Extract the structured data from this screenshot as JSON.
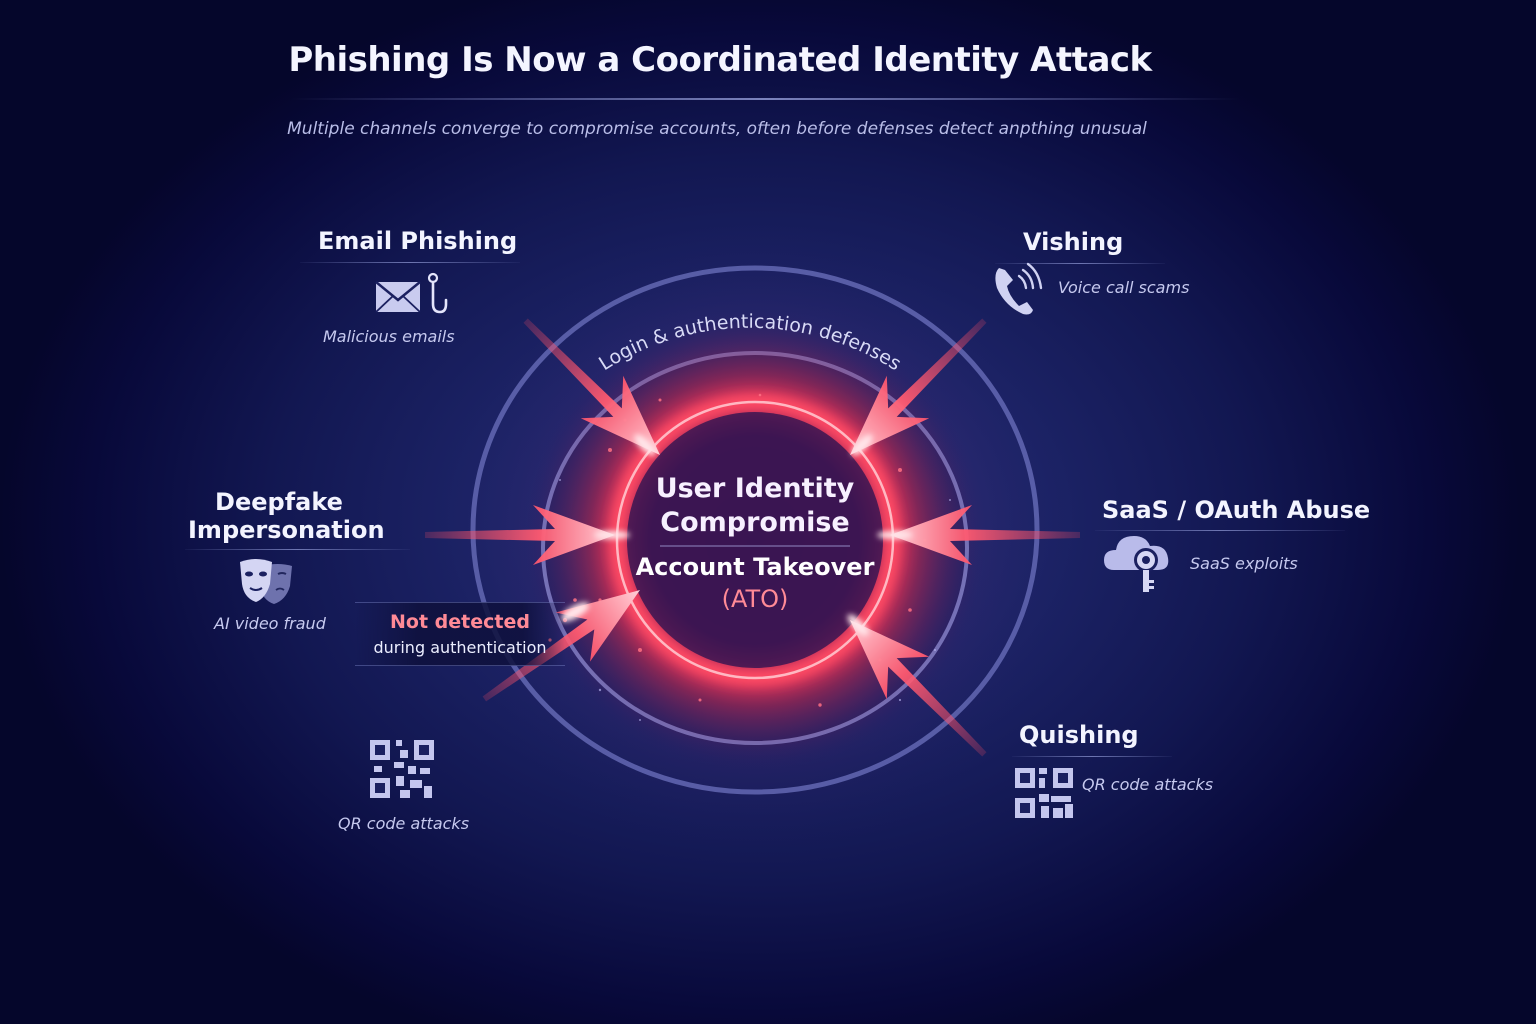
{
  "header": {
    "title": "Phishing Is Now a Coordinated Identity Attack",
    "subtitle": "Multiple channels converge to compromise accounts, often before defenses detect anpthing unusual"
  },
  "ring": {
    "label": "Login & authentication defenses"
  },
  "center": {
    "line1": "User Identity",
    "line2": "Compromise",
    "line3": "Account Takeover",
    "line4": "(ATO)"
  },
  "channels": [
    {
      "id": "email",
      "title": "Email Phishing",
      "desc": "Malicious emails",
      "icon": "envelope-hook-icon"
    },
    {
      "id": "vishing",
      "title": "Vishing",
      "desc": "Voice call scams",
      "icon": "phone-icon"
    },
    {
      "id": "deepfake",
      "title_line1": "Deepfake",
      "title_line2": "Impersonation",
      "desc": "AI video fraud",
      "icon": "masks-icon"
    },
    {
      "id": "saas",
      "title": "SaaS / OAuth Abuse",
      "desc": "SaaS exploits",
      "icon": "cloud-key-icon"
    },
    {
      "id": "qr",
      "title": "",
      "desc": "QR code attacks",
      "icon": "qr-code-icon"
    },
    {
      "id": "quishing",
      "title": "Quishing",
      "desc": "QR code attacks",
      "icon": "qr-code-icon"
    }
  ],
  "alert": {
    "title": "Not detected",
    "desc": "during authentication"
  },
  "colors": {
    "background_center": "#27307e",
    "background_edge": "#05062b",
    "accent_red": "#ff4d63",
    "alert_pink": "#ff8a96",
    "ring": "#7a80c8",
    "text_secondary": "#c6c9ef"
  }
}
